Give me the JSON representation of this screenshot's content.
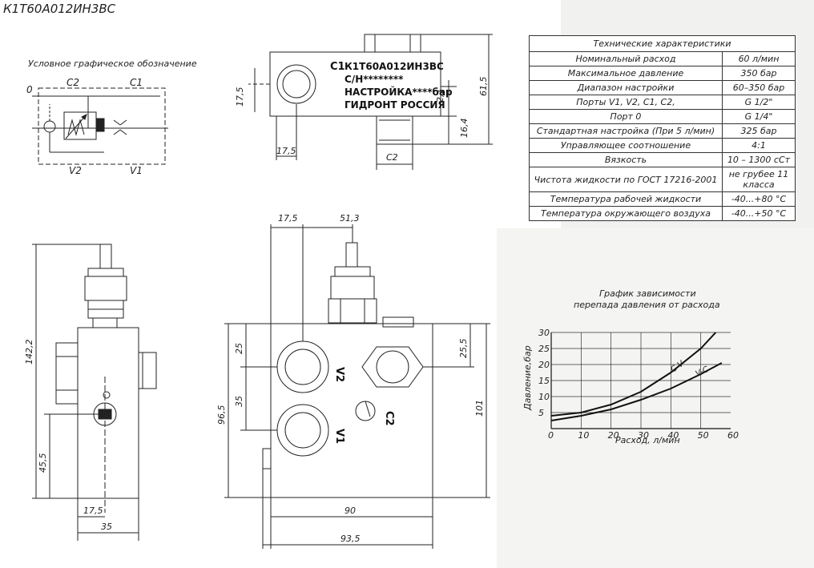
{
  "title": "К1Т60А012ИН3ВС",
  "symbol": {
    "caption": "Условное графическое обозначение",
    "port_0": "0",
    "port_c2": "C2",
    "port_c1": "C1",
    "port_v2": "V2",
    "port_v1": "V1"
  },
  "top_view": {
    "port_c1": "C1",
    "line1": "К1Т60А012ИН3ВС",
    "line2": "С/Н********",
    "line3": "НАСТРОЙКА****бар",
    "line4": "ГИДРОНТ РОССИЯ",
    "dims": [
      "17,5",
      "17,5",
      "2,1",
      "16,4",
      "61,5",
      "C2"
    ]
  },
  "side_view": {
    "dims": [
      "142,2",
      "45,5",
      "17,5",
      "35"
    ]
  },
  "front_view": {
    "port_v2": "V2",
    "port_v1": "V1",
    "port_c2": "C2",
    "dims": [
      "17,5",
      "51,3",
      "25",
      "35",
      "96,5",
      "25,5",
      "101",
      "90",
      "93,5"
    ]
  },
  "spec": {
    "header": "Технические характеристики",
    "rows": [
      {
        "name": "Номинальный расход",
        "value": "60 л/мин"
      },
      {
        "name": "Максимальное давление",
        "value": "350 бар"
      },
      {
        "name": "Диапазон настройки",
        "value": "60–350 бар"
      },
      {
        "name": "Порты V1, V2, C1, C2,",
        "value": "G 1/2\""
      },
      {
        "name": "Порт 0",
        "value": "G 1/4\""
      },
      {
        "name": "Стандартная настройка (При 5 л/мин)",
        "value": "325 бар"
      },
      {
        "name": "Управляющее соотношение",
        "value": "4:1"
      },
      {
        "name": "Вязкость",
        "value": "10 – 1300 сСт"
      },
      {
        "name": "Чистота жидкости по ГОСТ 17216-2001",
        "value": "не грубее 11 класса"
      },
      {
        "name": "Температура рабочей жидкости",
        "value": "-40...+80 °С"
      },
      {
        "name": "Температура окружающего воздуха",
        "value": "-40...+50 °С"
      }
    ]
  },
  "graph": {
    "title_line1": "График зависимости",
    "title_line2": "перепада давления от расхода",
    "ylabel": "Давление,бар",
    "xlabel": "Расход, л/мин",
    "xticks": [
      "0",
      "10",
      "20",
      "30",
      "40",
      "50",
      "60"
    ],
    "yticks": [
      "5",
      "10",
      "15",
      "20",
      "25",
      "30"
    ],
    "curve1_label": "C-V",
    "curve2_label": "V-C"
  },
  "chart_data": {
    "type": "line",
    "xlim": [
      0,
      60
    ],
    "ylim": [
      0,
      30
    ],
    "series": [
      {
        "name": "C-V",
        "x": [
          0,
          10,
          20,
          30,
          40,
          50,
          55
        ],
        "y": [
          4,
          5,
          7.5,
          11.5,
          17.5,
          25,
          30
        ]
      },
      {
        "name": "V-C",
        "x": [
          0,
          10,
          20,
          30,
          40,
          50,
          57
        ],
        "y": [
          2.5,
          4,
          6,
          9,
          12.5,
          17,
          20.5
        ]
      }
    ],
    "grid": true
  }
}
